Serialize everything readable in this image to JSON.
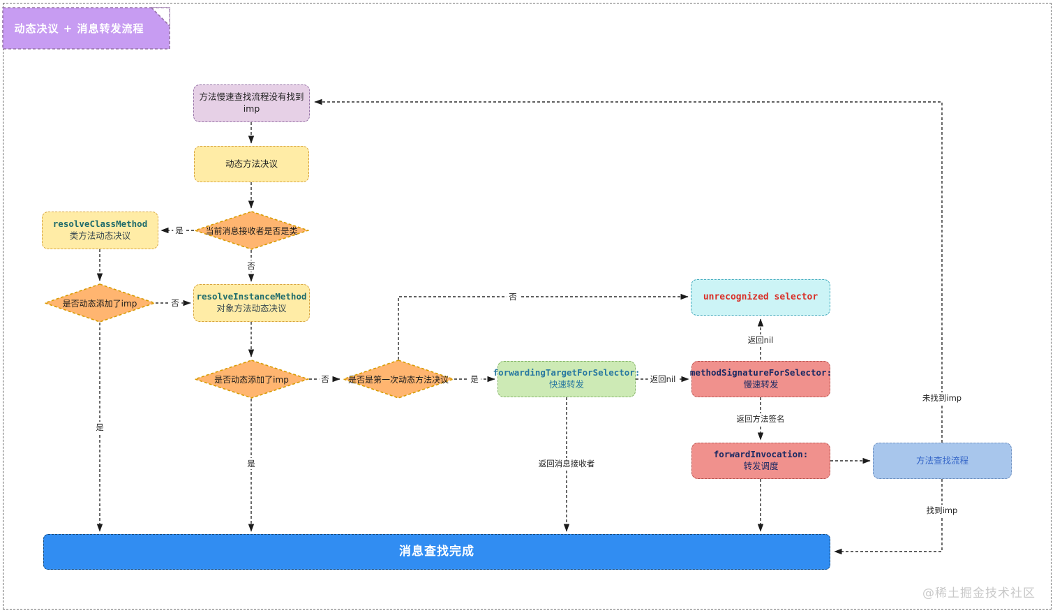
{
  "note": {
    "title": "动态决议 + 消息转发流程"
  },
  "watermark": "@稀土掘金技术社区",
  "colors": {
    "note_fill": "#c79cf2",
    "pink_fill": "#e6d0e6",
    "yellow_fill": "#ffeca6",
    "diamond_fill": "#ffb570",
    "green_fill": "#cdeab5",
    "cyan_fill": "#ccf4f6",
    "red_fill": "#f0918d",
    "blue_node_fill": "#a8c6ec",
    "bar_fill": "#318df2",
    "unrecognized_text": "#d92f27"
  },
  "nodes": {
    "slow_lookup_fail": {
      "label": "方法慢速查找流程没有找到imp"
    },
    "dynamic_method_resolution": {
      "label": "动态方法决议"
    },
    "receiver_is_class": {
      "label": "当前消息接收者是否是类"
    },
    "resolve_class_method": {
      "code": "resolveClassMethod",
      "label": "类方法动态决议"
    },
    "resolve_instance_method": {
      "code": "resolveInstanceMethod",
      "label": "对象方法动态决议"
    },
    "imp_added_class": {
      "label": "是否动态添加了imp"
    },
    "imp_added_instance": {
      "label": "是否动态添加了imp"
    },
    "first_dynamic_resolution": {
      "label": "是否是第一次动态方法决议"
    },
    "forwarding_target": {
      "code": "forwardingTargetForSelector:",
      "label": "快速转发"
    },
    "unrecognized_selector": {
      "code": "unrecognized selector"
    },
    "method_signature": {
      "code": "methodSignatureForSelector:",
      "label": "慢速转发"
    },
    "forward_invocation": {
      "code": "forwardInvocation:",
      "label": "转发调度"
    },
    "method_lookup_flow": {
      "label": "方法查找流程"
    },
    "message_lookup_done": {
      "label": "消息查找完成"
    }
  },
  "edge_labels": {
    "is_class_yes": "是",
    "is_class_no": "否",
    "imp_added_class_no": "否",
    "imp_added_class_yes": "是",
    "imp_added_instance_no": "否",
    "imp_added_instance_yes": "是",
    "first_resolution_yes": "是",
    "first_resolution_no": "否",
    "return_nil_fast": "返回nil",
    "return_receiver": "返回消息接收者",
    "return_nil_slow": "返回nil",
    "return_signature": "返回方法签名",
    "imp_not_found": "未找到imp",
    "imp_found": "找到imp"
  }
}
